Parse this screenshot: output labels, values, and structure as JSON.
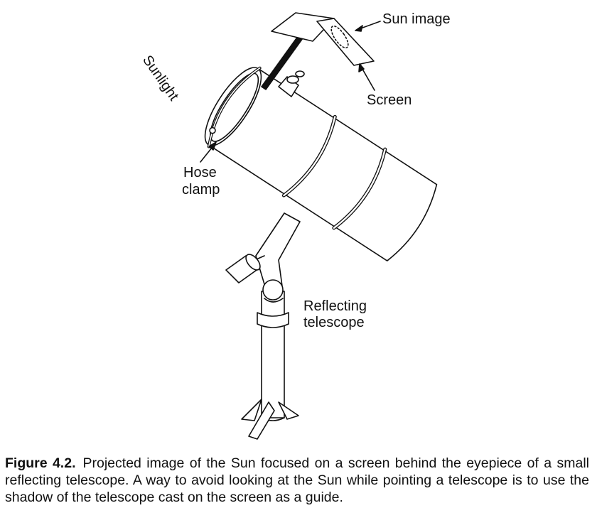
{
  "labels": {
    "sun_image": "Sun image",
    "screen": "Screen",
    "sunlight": "Sunlight",
    "hose_clamp_1": "Hose",
    "hose_clamp_2": "clamp",
    "reflecting_1": "Reflecting",
    "reflecting_2": "telescope"
  },
  "caption": {
    "number": "Figure 4.2.",
    "text": "Projected image of the Sun focused on a screen behind the eyepiece of a small reflecting telescope. A way to avoid looking at the Sun while pointing a telescope is to use the shadow of the telescope cast on the screen as a guide."
  }
}
